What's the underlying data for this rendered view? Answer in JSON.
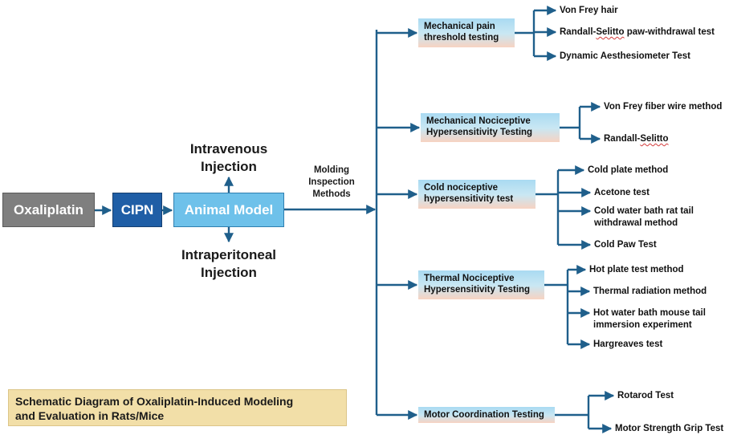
{
  "flow": {
    "oxaliplatin": "Oxaliplatin",
    "cipn": "CIPN",
    "animal_model": "Animal Model",
    "route_top": [
      "Intravenous",
      "Injection"
    ],
    "route_bottom": [
      "Intraperitoneal",
      "Injection"
    ],
    "molding": [
      "Molding",
      "Inspection",
      "Methods"
    ]
  },
  "categories": [
    {
      "lines": [
        "Mechanical pain",
        "threshold testing"
      ],
      "tests": [
        {
          "lines": [
            "Von Frey hair"
          ]
        },
        {
          "lines": [
            "Randall-Selitto paw-withdrawal test"
          ],
          "marked": "Selitto"
        },
        {
          "lines": [
            "Dynamic Aesthesiometer Test"
          ]
        }
      ]
    },
    {
      "lines": [
        "Mechanical Nociceptive",
        "Hypersensitivity Testing"
      ],
      "tests": [
        {
          "lines": [
            "Von Frey fiber wire method"
          ]
        },
        {
          "lines": [
            "Randall-Selitto"
          ],
          "marked": "Selitto"
        }
      ]
    },
    {
      "lines": [
        "Cold nociceptive",
        "hypersensitivity test"
      ],
      "tests": [
        {
          "lines": [
            "Cold plate method"
          ]
        },
        {
          "lines": [
            "Acetone test"
          ]
        },
        {
          "lines": [
            "Cold water bath rat tail",
            "withdrawal method"
          ]
        },
        {
          "lines": [
            "Cold Paw Test"
          ]
        }
      ]
    },
    {
      "lines": [
        "Thermal Nociceptive",
        "Hypersensitivity Testing"
      ],
      "tests": [
        {
          "lines": [
            "Hot plate test method"
          ]
        },
        {
          "lines": [
            "Thermal radiation method"
          ]
        },
        {
          "lines": [
            "Hot water bath mouse tail",
            "immersion experiment"
          ]
        },
        {
          "lines": [
            "Hargreaves test"
          ]
        }
      ]
    },
    {
      "lines": [
        "Motor Coordination Testing"
      ],
      "tests": [
        {
          "lines": [
            "Rotarod Test"
          ]
        },
        {
          "lines": [
            "Motor Strength Grip Test"
          ]
        }
      ]
    }
  ],
  "caption": {
    "line1": "Schematic Diagram of Oxaliplatin-Induced Modeling",
    "line2": "and Evaluation in Rats/Mice"
  },
  "colors": {
    "connector": "#1f5f8b",
    "oxaliplatin_box": "#7f7f7f",
    "cipn_box": "#1f5ea6",
    "animal_model_box": "#6ec1ea",
    "caption_bg": "#f2dfa8"
  }
}
